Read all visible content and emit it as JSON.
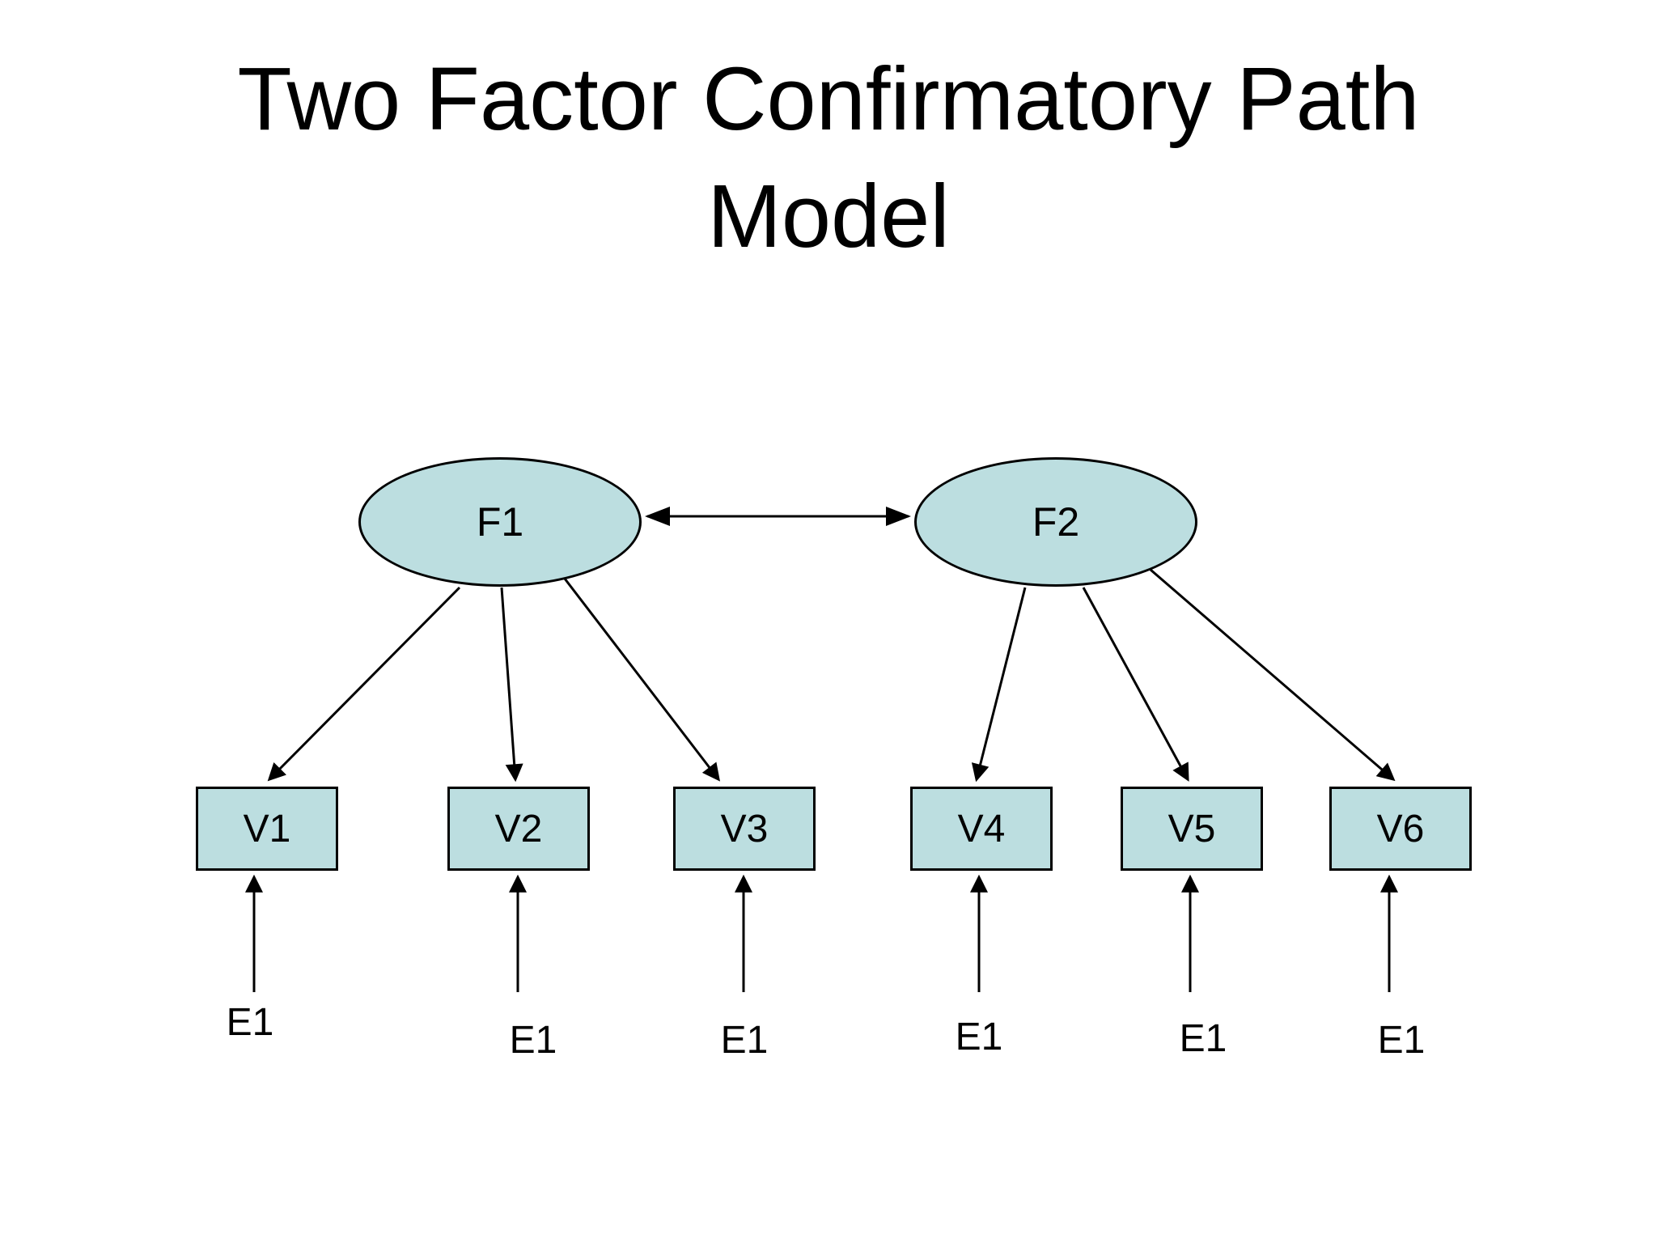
{
  "title": {
    "line1": "Two Factor Confirmatory Path",
    "line2": "Model"
  },
  "colors": {
    "background": "#ffffff",
    "node_fill": "#bcdee0",
    "node_border": "#000000",
    "arrow": "#000000",
    "text": "#000000"
  },
  "factors": [
    {
      "id": "F1",
      "label": "F1"
    },
    {
      "id": "F2",
      "label": "F2"
    }
  ],
  "variables": [
    {
      "id": "V1",
      "label": "V1"
    },
    {
      "id": "V2",
      "label": "V2"
    },
    {
      "id": "V3",
      "label": "V3"
    },
    {
      "id": "V4",
      "label": "V4"
    },
    {
      "id": "V5",
      "label": "V5"
    },
    {
      "id": "V6",
      "label": "V6"
    }
  ],
  "errors": [
    {
      "label": "E1"
    },
    {
      "label": "E1"
    },
    {
      "label": "E1"
    },
    {
      "label": "E1"
    },
    {
      "label": "E1"
    },
    {
      "label": "E1"
    }
  ],
  "paths": {
    "covariance": {
      "from": "F1",
      "to": "F2",
      "type": "bidirectional"
    },
    "loadings": [
      {
        "from": "F1",
        "to": "V1"
      },
      {
        "from": "F1",
        "to": "V2"
      },
      {
        "from": "F1",
        "to": "V3"
      },
      {
        "from": "F2",
        "to": "V4"
      },
      {
        "from": "F2",
        "to": "V5"
      },
      {
        "from": "F2",
        "to": "V6"
      }
    ],
    "error_arrows": [
      {
        "from": "E1",
        "to": "V1"
      },
      {
        "from": "E1",
        "to": "V2"
      },
      {
        "from": "E1",
        "to": "V3"
      },
      {
        "from": "E1",
        "to": "V4"
      },
      {
        "from": "E1",
        "to": "V5"
      },
      {
        "from": "E1",
        "to": "V6"
      }
    ]
  }
}
